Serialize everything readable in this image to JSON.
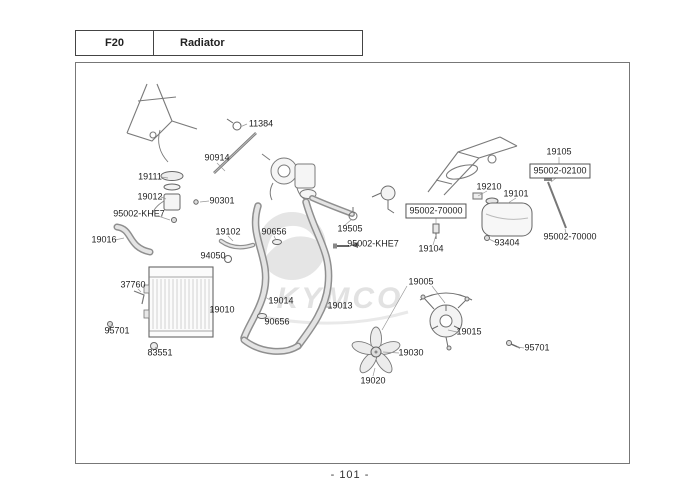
{
  "header": {
    "code": "F20",
    "title": "Radiator"
  },
  "footer": {
    "page_number": "- 101 -"
  },
  "watermark": {
    "brand": "KYMCO"
  },
  "labels": [
    {
      "text": "11384"
    },
    {
      "text": "90914"
    },
    {
      "text": "19111"
    },
    {
      "text": "19012"
    },
    {
      "text": "90301"
    },
    {
      "text": "95002-KHE7"
    },
    {
      "text": "19016"
    },
    {
      "text": "19102"
    },
    {
      "text": "90656"
    },
    {
      "text": "19505"
    },
    {
      "text": "95002-70000"
    },
    {
      "text": "19104"
    },
    {
      "text": "19210"
    },
    {
      "text": "19105"
    },
    {
      "text": "95002-02100"
    },
    {
      "text": "19101"
    },
    {
      "text": "93404"
    },
    {
      "text": "95002-70000"
    },
    {
      "text": "95002-KHE7"
    },
    {
      "text": "94050"
    },
    {
      "text": "37760"
    },
    {
      "text": "19010"
    },
    {
      "text": "95701"
    },
    {
      "text": "83551"
    },
    {
      "text": "19014"
    },
    {
      "text": "90656"
    },
    {
      "text": "19013"
    },
    {
      "text": "19005"
    },
    {
      "text": "19015"
    },
    {
      "text": "19030"
    },
    {
      "text": "19020"
    },
    {
      "text": "95701"
    }
  ]
}
